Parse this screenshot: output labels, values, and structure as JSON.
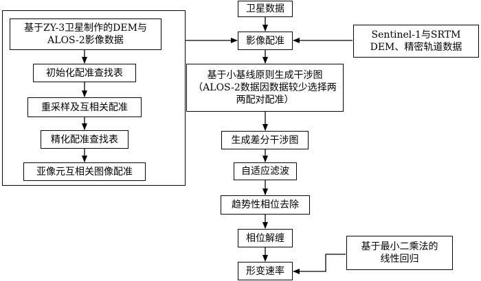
{
  "colors": {
    "stroke": "#000000",
    "fill": "#ffffff"
  },
  "nodes": {
    "satellite_data": "卫星数据",
    "image_registration": "影像配准",
    "external_source": {
      "line1": "Sentinel-1与SRTM",
      "line2": "DEM、精密轨道数据"
    },
    "interferogram": {
      "line1": "基于小基线原则生成干涉图",
      "line2": "（ALOS-2数据因数据较少选择两",
      "line3": "两配对配准）"
    },
    "diff_interferogram": "生成差分干涉图",
    "adaptive_filter": "自适应滤波",
    "trend_removal": "趋势性相位去除",
    "unwrapping": "相位解缠",
    "deformation_rate": "形变速率",
    "least_squares": {
      "line1": "基于最小二乘法的",
      "line2": "线性回归"
    }
  },
  "left_group": {
    "source": {
      "line1": "基于ZY-3卫星制作的DEM与",
      "line2": "ALOS-2影像数据"
    },
    "steps": [
      "初始化配准查找表",
      "重采样及互相关配准",
      "精化配准查找表",
      "亚像元互相关图像配准"
    ]
  }
}
